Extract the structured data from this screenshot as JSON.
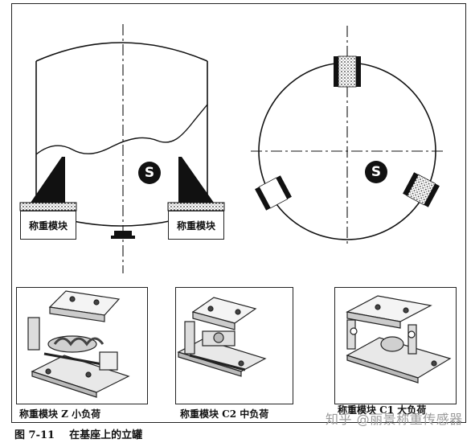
{
  "tank_view": {
    "left_module_label": "称重模块",
    "right_module_label": "称重模块",
    "symbol": "S"
  },
  "plan_view": {
    "symbol": "S"
  },
  "modules": [
    {
      "label": "称重模块 Z 小负荷"
    },
    {
      "label": "称重模块 C2 中负荷"
    },
    {
      "label": "称重模块 C1 大负荷"
    }
  ],
  "caption": {
    "figure_number": "图 7-11",
    "title": "在基座上的立罐"
  },
  "watermark": "知乎 @丽景称重传感器"
}
